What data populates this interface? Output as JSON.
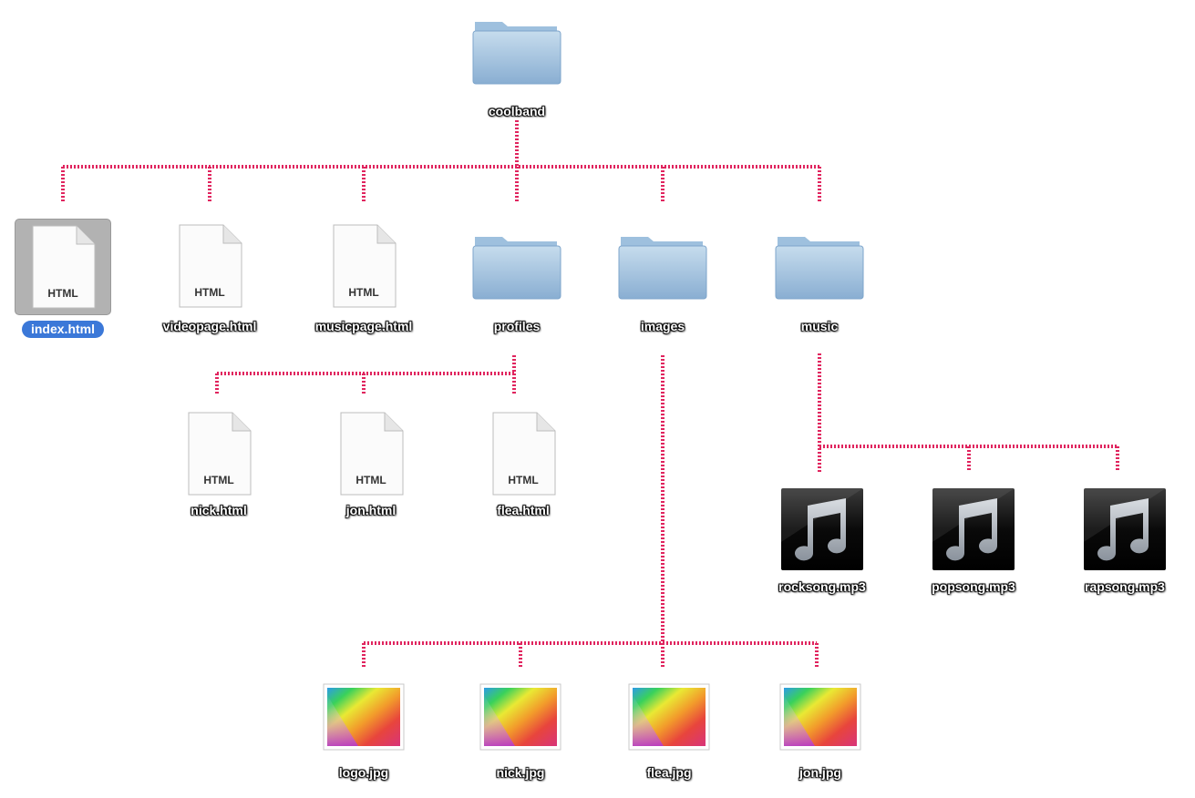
{
  "tree": {
    "root": {
      "label": "coolband",
      "kind": "folder"
    },
    "level1": [
      {
        "label": "index.html",
        "kind": "html",
        "badge": "HTML",
        "selected": true
      },
      {
        "label": "videopage.html",
        "kind": "html",
        "badge": "HTML"
      },
      {
        "label": "musicpage.html",
        "kind": "html",
        "badge": "HTML"
      },
      {
        "label": "profiles",
        "kind": "folder"
      },
      {
        "label": "images",
        "kind": "folder"
      },
      {
        "label": "music",
        "kind": "folder"
      }
    ],
    "profiles_children": [
      {
        "label": "nick.html",
        "kind": "html",
        "badge": "HTML"
      },
      {
        "label": "jon.html",
        "kind": "html",
        "badge": "HTML"
      },
      {
        "label": "flea.html",
        "kind": "html",
        "badge": "HTML"
      }
    ],
    "music_children": [
      {
        "label": "rocksong.mp3",
        "kind": "mp3"
      },
      {
        "label": "popsong.mp3",
        "kind": "mp3"
      },
      {
        "label": "rapsong.mp3",
        "kind": "mp3"
      }
    ],
    "images_children": [
      {
        "label": "logo.jpg",
        "kind": "jpg"
      },
      {
        "label": "nick.jpg",
        "kind": "jpg"
      },
      {
        "label": "flea.jpg",
        "kind": "jpg"
      },
      {
        "label": "jon.jpg",
        "kind": "jpg"
      }
    ]
  },
  "colors": {
    "connector": "#e0245e",
    "folder_top": "#b9d4ea",
    "folder_bottom": "#8fb2d4",
    "selection_bg": "#b2b2b2",
    "selection_label": "#3b78d8"
  }
}
